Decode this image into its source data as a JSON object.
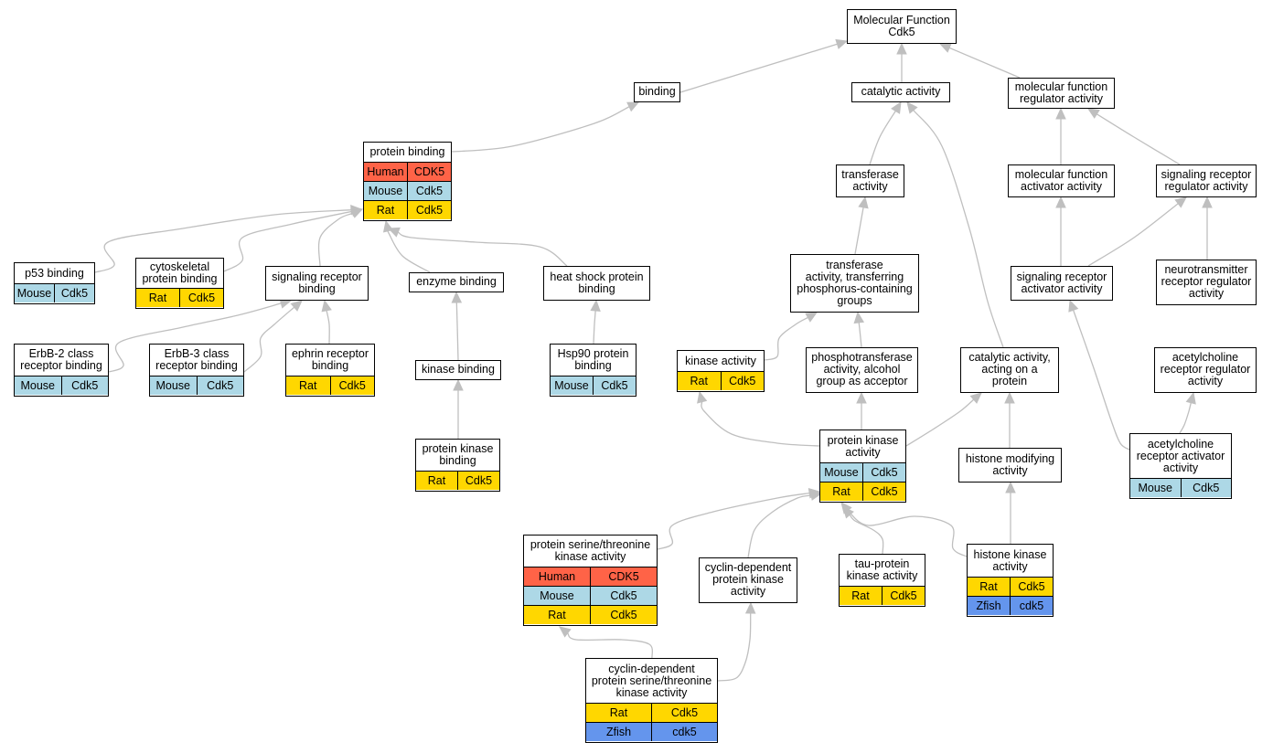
{
  "colors": {
    "Human": "#ff6347",
    "Mouse": "#add8e6",
    "Rat": "#ffd700",
    "Zfish": "#6495ed",
    "edge": "#bfbfbf"
  },
  "nodes": [
    {
      "id": "mf",
      "name": "node-molecular-function",
      "title": "Molecular Function\nCdk5",
      "rows": []
    },
    {
      "id": "binding",
      "name": "node-binding",
      "title": "binding",
      "rows": []
    },
    {
      "id": "catalytic",
      "name": "node-catalytic-activity",
      "title": "catalytic activity",
      "rows": []
    },
    {
      "id": "mfreg",
      "name": "node-molecular-function-regulator-activity",
      "title": "molecular function\nregulator activity",
      "rows": []
    },
    {
      "id": "protbind",
      "name": "node-protein-binding",
      "title": "protein binding",
      "rows": [
        [
          "Human",
          "CDK5"
        ],
        [
          "Mouse",
          "Cdk5"
        ],
        [
          "Rat",
          "Cdk5"
        ]
      ]
    },
    {
      "id": "transferase",
      "name": "node-transferase-activity",
      "title": "transferase\nactivity",
      "rows": []
    },
    {
      "id": "mfact",
      "name": "node-molecular-function-activator-activity",
      "title": "molecular function\nactivator activity",
      "rows": []
    },
    {
      "id": "sigregact",
      "name": "node-signaling-receptor-regulator-activity",
      "title": "signaling receptor\nregulator activity",
      "rows": []
    },
    {
      "id": "p53",
      "name": "node-p53-binding",
      "title": "p53 binding",
      "rows": [
        [
          "Mouse",
          "Cdk5"
        ]
      ]
    },
    {
      "id": "cyto",
      "name": "node-cytoskeletal-protein-binding",
      "title": "cytoskeletal\nprotein binding",
      "rows": [
        [
          "Rat",
          "Cdk5"
        ]
      ]
    },
    {
      "id": "sigbind",
      "name": "node-signaling-receptor-binding",
      "title": "signaling receptor\nbinding",
      "rows": []
    },
    {
      "id": "enzyme",
      "name": "node-enzyme-binding",
      "title": "enzyme binding",
      "rows": []
    },
    {
      "id": "hsp",
      "name": "node-heat-shock-protein-binding",
      "title": "heat shock protein\nbinding",
      "rows": []
    },
    {
      "id": "transphos",
      "name": "node-transferase-phosphorus",
      "title": "transferase\nactivity, transferring\nphosphorus-containing\ngroups",
      "rows": []
    },
    {
      "id": "sigact",
      "name": "node-signaling-receptor-activator-activity",
      "title": "signaling receptor\nactivator activity",
      "rows": []
    },
    {
      "id": "neuro",
      "name": "node-neurotransmitter-receptor-regulator-activity",
      "title": "neurotransmitter\nreceptor regulator\nactivity",
      "rows": []
    },
    {
      "id": "erbb2",
      "name": "node-erbb2-class-receptor-binding",
      "title": "ErbB-2 class\nreceptor binding",
      "rows": [
        [
          "Mouse",
          "Cdk5"
        ]
      ]
    },
    {
      "id": "erbb3",
      "name": "node-erbb3-class-receptor-binding",
      "title": "ErbB-3 class\nreceptor binding",
      "rows": [
        [
          "Mouse",
          "Cdk5"
        ]
      ]
    },
    {
      "id": "ephrin",
      "name": "node-ephrin-receptor-binding",
      "title": "ephrin receptor\nbinding",
      "rows": [
        [
          "Rat",
          "Cdk5"
        ]
      ]
    },
    {
      "id": "kinbind",
      "name": "node-kinase-binding",
      "title": "kinase binding",
      "rows": []
    },
    {
      "id": "hsp90",
      "name": "node-hsp90-protein-binding",
      "title": "Hsp90 protein\nbinding",
      "rows": [
        [
          "Mouse",
          "Cdk5"
        ]
      ]
    },
    {
      "id": "kinact",
      "name": "node-kinase-activity",
      "title": "kinase activity",
      "rows": [
        [
          "Rat",
          "Cdk5"
        ]
      ]
    },
    {
      "id": "phosalc",
      "name": "node-phosphotransferase-alcohol",
      "title": "phosphotransferase\nactivity, alcohol\ngroup as acceptor",
      "rows": []
    },
    {
      "id": "catprot",
      "name": "node-catalytic-activity-acting-on-protein",
      "title": "catalytic activity,\nacting on a\nprotein",
      "rows": []
    },
    {
      "id": "achreg",
      "name": "node-acetylcholine-receptor-regulator-activity",
      "title": "acetylcholine\nreceptor regulator\nactivity",
      "rows": []
    },
    {
      "id": "protkinbind",
      "name": "node-protein-kinase-binding",
      "title": "protein kinase\nbinding",
      "rows": [
        [
          "Rat",
          "Cdk5"
        ]
      ]
    },
    {
      "id": "pka",
      "name": "node-protein-kinase-activity",
      "title": "protein kinase\nactivity",
      "rows": [
        [
          "Mouse",
          "Cdk5"
        ],
        [
          "Rat",
          "Cdk5"
        ]
      ]
    },
    {
      "id": "histmod",
      "name": "node-histone-modifying-activity",
      "title": "histone modifying\nactivity",
      "rows": []
    },
    {
      "id": "achact",
      "name": "node-acetylcholine-receptor-activator-activity",
      "title": "acetylcholine\nreceptor activator\nactivity",
      "rows": [
        [
          "Mouse",
          "Cdk5"
        ]
      ]
    },
    {
      "id": "pst",
      "name": "node-protein-serine-threonine-kinase-activity",
      "title": "protein serine/threonine\nkinase activity",
      "rows": [
        [
          "Human",
          "CDK5"
        ],
        [
          "Mouse",
          "Cdk5"
        ],
        [
          "Rat",
          "Cdk5"
        ]
      ]
    },
    {
      "id": "cdpk",
      "name": "node-cyclin-dependent-protein-kinase-activity",
      "title": "cyclin-dependent\nprotein kinase\nactivity",
      "rows": []
    },
    {
      "id": "tau",
      "name": "node-tau-protein-kinase-activity",
      "title": "tau-protein\nkinase activity",
      "rows": [
        [
          "Rat",
          "Cdk5"
        ]
      ]
    },
    {
      "id": "histkin",
      "name": "node-histone-kinase-activity",
      "title": "histone kinase\nactivity",
      "rows": [
        [
          "Rat",
          "Cdk5"
        ],
        [
          "Zfish",
          "cdk5"
        ]
      ]
    },
    {
      "id": "cdpst",
      "name": "node-cyclin-dependent-protein-serine-threonine-kinase-activity",
      "title": "cyclin-dependent\nprotein serine/threonine\nkinase activity",
      "rows": [
        [
          "Rat",
          "Cdk5"
        ],
        [
          "Zfish",
          "cdk5"
        ]
      ]
    }
  ]
}
